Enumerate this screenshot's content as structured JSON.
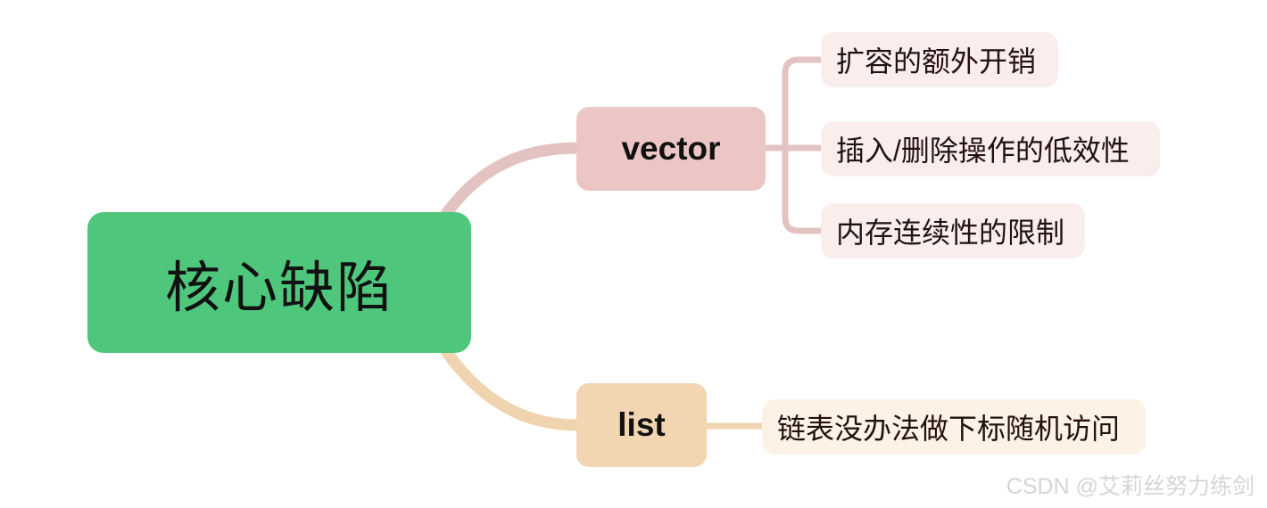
{
  "diagram": {
    "type": "mind-map",
    "title_node": "核心缺陷",
    "colors": {
      "root_fill": "#4EC77D",
      "vector_fill": "#EBC6C5",
      "list_fill": "#F2D5B1",
      "vector_leaf_fill": "#FAEEEC",
      "list_leaf_fill": "#FDF2E6",
      "vector_edge": "#E3C3C2",
      "list_edge": "#F0D3AF",
      "text": "#231010",
      "watermark": "#D5D5D5"
    },
    "root": {
      "label": "核心缺陷"
    },
    "branches": [
      {
        "label": "vector",
        "children": [
          {
            "label": "扩容的额外开销"
          },
          {
            "label": "插入/删除操作的低效性"
          },
          {
            "label": "内存连续性的限制"
          }
        ]
      },
      {
        "label": "list",
        "children": [
          {
            "label": "链表没办法做下标随机访问"
          }
        ]
      }
    ]
  },
  "watermark": {
    "text": "CSDN @艾莉丝努力练剑"
  }
}
